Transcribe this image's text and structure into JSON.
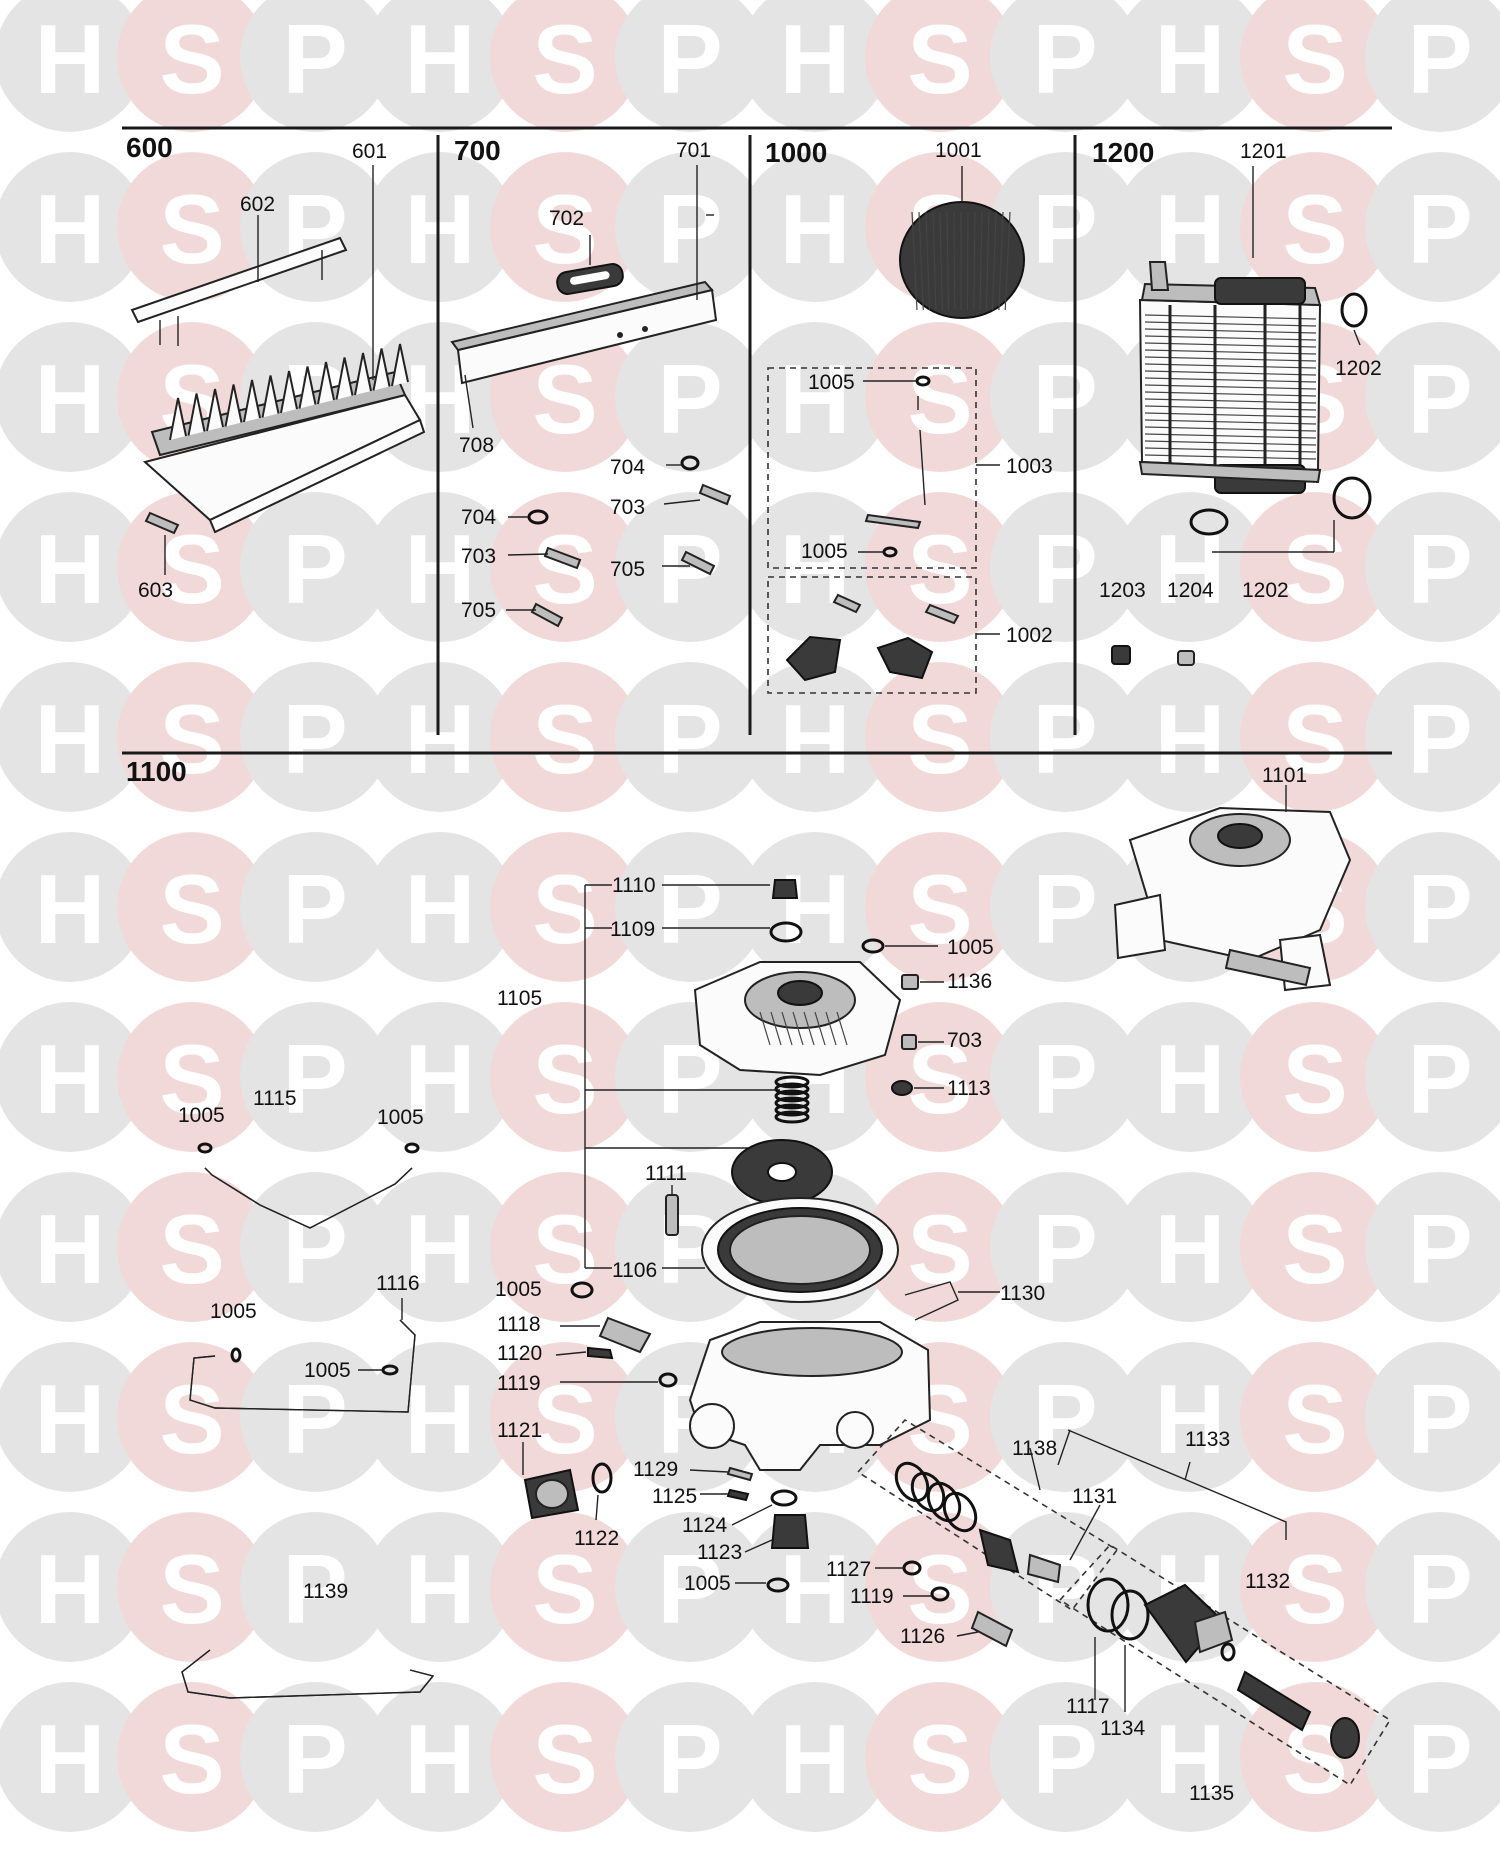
{
  "watermark": {
    "letters": [
      "H",
      "S",
      "P"
    ]
  },
  "sections": {
    "s600": {
      "title": "600",
      "parts": [
        "601",
        "602",
        "603"
      ]
    },
    "s700": {
      "title": "700",
      "parts": [
        "701",
        "702",
        "708",
        "704",
        "703",
        "704",
        "703",
        "705",
        "705"
      ]
    },
    "s1000": {
      "title": "1000",
      "parts": [
        "1001",
        "1005",
        "1003",
        "1005",
        "1002"
      ]
    },
    "s1200": {
      "title": "1200",
      "parts": [
        "1201",
        "1202",
        "1203",
        "1204",
        "1202"
      ]
    },
    "s1100": {
      "title": "1100",
      "parts": [
        "1101",
        "1110",
        "1109",
        "1005",
        "1136",
        "1105",
        "703",
        "1113",
        "1005",
        "1115",
        "1005",
        "1111",
        "1106",
        "1130",
        "1116",
        "1005",
        "1118",
        "1005",
        "1120",
        "1005",
        "1119",
        "1121",
        "1138",
        "1133",
        "1129",
        "1125",
        "1131",
        "1122",
        "1124",
        "1123",
        "1132",
        "1127",
        "1005",
        "1119",
        "1139",
        "1126",
        "1117",
        "1134",
        "1135"
      ]
    }
  }
}
